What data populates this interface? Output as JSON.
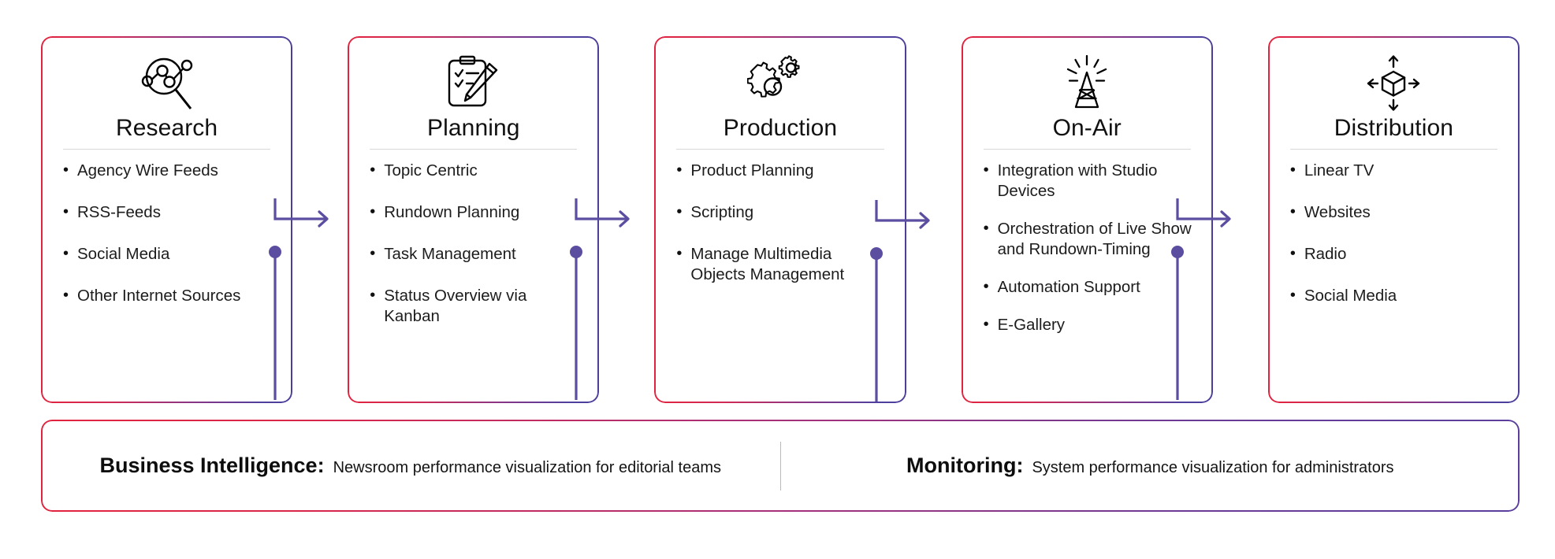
{
  "theme": {
    "accent_red": "#e2233f",
    "accent_purple": "#4b3f9b",
    "connector_color": "#5b4ea0",
    "text_color": "#1c1c1c",
    "rule_color": "#d8d8d8",
    "background": "#ffffff"
  },
  "stages": [
    {
      "id": "research",
      "icon": "magnifier-network-icon",
      "title": "Research",
      "bullets": [
        "Agency Wire Feeds",
        "RSS-Feeds",
        "Social Media",
        "Other Internet Sources"
      ]
    },
    {
      "id": "planning",
      "icon": "clipboard-pencil-icon",
      "title": "Planning",
      "bullets": [
        "Topic Centric",
        "Rundown Planning",
        "Task Management",
        "Status Overview via Kanban"
      ]
    },
    {
      "id": "production",
      "icon": "gears-icon",
      "title": "Production",
      "bullets": [
        "Product Planning",
        "Scripting",
        "Manage Multimedia Objects Management"
      ]
    },
    {
      "id": "on-air",
      "icon": "broadcast-tower-icon",
      "title": "On-Air",
      "bullets": [
        "Integration with Studio Devices",
        "Orchestration of Live Show and Rundown-Timing",
        "Automation Support",
        "E-Gallery"
      ]
    },
    {
      "id": "distribution",
      "icon": "cube-arrows-icon",
      "title": "Distribution",
      "bullets": [
        "Linear TV",
        "Websites",
        "Radio",
        "Social Media"
      ]
    }
  ],
  "connectors": [
    {
      "id": "research-to-planning",
      "icon": "arrow-right-icon"
    },
    {
      "id": "planning-to-production",
      "icon": "arrow-right-icon"
    },
    {
      "id": "production-to-on-air",
      "icon": "arrow-right-icon"
    },
    {
      "id": "on-air-to-distribution",
      "icon": "arrow-right-icon"
    }
  ],
  "banner": {
    "left": {
      "label": "Business Intelligence:",
      "description": "Newsroom performance visualization for editorial teams"
    },
    "right": {
      "label": "Monitoring:",
      "description": "System performance visualization for administrators"
    }
  }
}
